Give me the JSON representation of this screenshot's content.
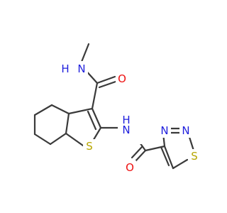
{
  "atom_colors": {
    "N": "#2020dd",
    "O": "#ee1111",
    "S": "#b7a600"
  },
  "atoms": {
    "amide_nh_top": "H",
    "amide_n_top": "N",
    "carbonyl_o_top": "O",
    "amide_nh_right": "H",
    "amide_n_right": "N",
    "thiophene_s": "S",
    "thiadiazole_n3": "N",
    "thiadiazole_n2": "N",
    "thiadiazole_s": "S",
    "carbonyl_o_bottom": "O"
  }
}
